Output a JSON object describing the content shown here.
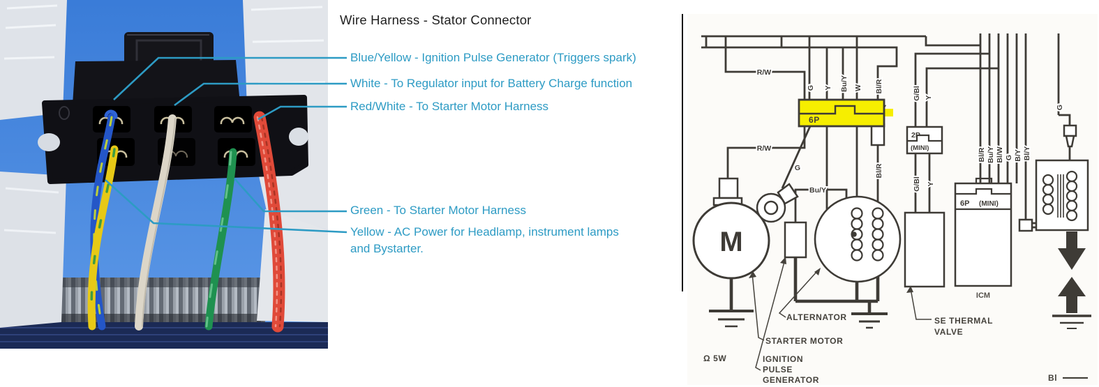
{
  "title": "Wire Harness - Stator Connector",
  "colors": {
    "annotation": "#2d9bc4",
    "title_text": "#1f1f1f",
    "diagram_ink": "#3e3b36",
    "connector_highlight_yellow": "#f6ee00",
    "sky_blue": "#3e82dd",
    "wire_blue": "#2456c7",
    "wire_yellow": "#e7c916",
    "wire_white": "#ddd7ca",
    "wire_green": "#1f9150",
    "wire_red": "#e04a39"
  },
  "annotations": [
    {
      "label": "Blue/Yellow - Ignition Pulse Generator (Triggers spark)"
    },
    {
      "label": "White - To Regulator input for Battery Charge function"
    },
    {
      "label": "Red/White - To Starter Motor Harness"
    },
    {
      "label": "Green - To Starter Motor Harness"
    },
    {
      "label": "Yellow - AC Power for Headlamp, instrument lamps",
      "label2": "and Bystarter."
    }
  ],
  "diagram": {
    "labels": {
      "rw_top": "R/W",
      "rw_bottom": "R/W",
      "g_drop": "G",
      "y_drop": "Y",
      "buy_drop": "Bu/Y",
      "w_drop": "W",
      "p6": "6P",
      "g_diag": "G",
      "buy_mid": "Bu/Y",
      "blr_top": "Bl/R",
      "blr_mid": "Bl/R",
      "m": "M",
      "p2": "2P",
      "p2_mini": "(MINI)",
      "gbl_top": "G/Bl",
      "y2_top": "Y",
      "gbl_bot": "G/Bl",
      "y2_bot": "Y",
      "p6m": "6P",
      "p6m_mini": "(MINI)",
      "icm": "ICM",
      "w6_1": "Bl/R",
      "w6_2": "Bu/Y",
      "w6_3": "Bl/W",
      "w6_4": "G",
      "w6_5": "B/Y",
      "bly": "Bl/Y",
      "g_coil": "G",
      "alternator": "ALTERNATOR",
      "starter_motor": "STARTER MOTOR",
      "ipg_line1": "IGNITION",
      "ipg_line2": "PULSE",
      "ipg_line3": "GENERATOR",
      "sev_line1": "SE THERMAL",
      "sev_line2": "VALVE",
      "ohm": "Ω 5W",
      "bl_note": "Bl"
    }
  }
}
